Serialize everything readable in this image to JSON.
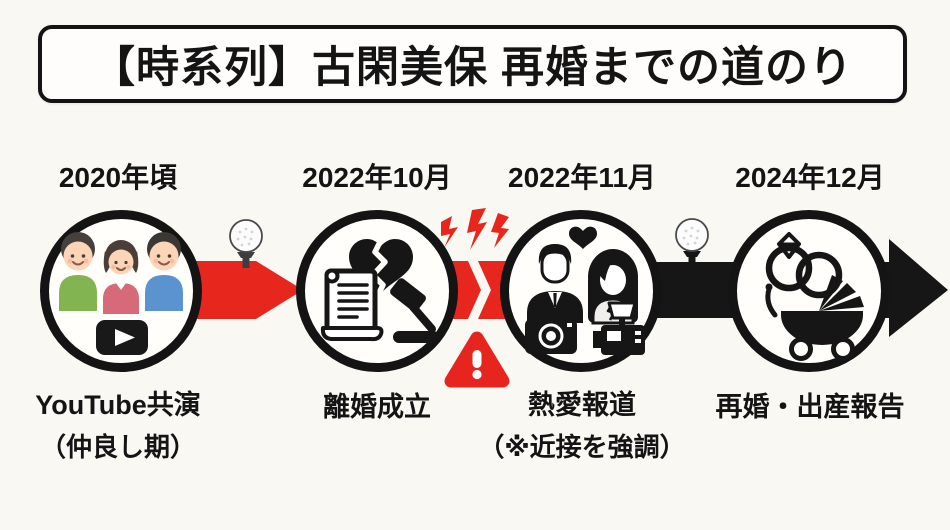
{
  "title": "【時系列】古閑美保 再婚までの道のり",
  "colors": {
    "accent_red": "#e7261d",
    "ink_black": "#141414",
    "background": "#faf8f3",
    "skin": "#fcd5b7",
    "shirt_green": "#82b552",
    "shirt_pink": "#d66a78",
    "shirt_blue": "#5b93d0"
  },
  "timeline": {
    "events": [
      {
        "date": "2020年頃",
        "icon": "youtube-trio-icon",
        "label_line1": "YouTube共演",
        "label_line2": "（仲良し期）"
      },
      {
        "date": "2022年10月",
        "icon": "divorce-broken-heart-gavel-icon",
        "label_line1": "離婚成立",
        "label_line2": ""
      },
      {
        "date": "2022年11月",
        "icon": "paparazzi-couple-icon",
        "label_line1": "熱愛報道",
        "label_line2": "（※近接を強調）"
      },
      {
        "date": "2024年12月",
        "icon": "wedding-rings-pram-icon",
        "label_line1": "再婚・出産報告",
        "label_line2": ""
      }
    ],
    "connectors": [
      {
        "from": "2020年頃",
        "to": "2022年10月",
        "style": "red-arrow",
        "marker": "golf-ball-on-tee"
      },
      {
        "from": "2022年10月",
        "to": "2022年11月",
        "style": "red-broken-crack",
        "markers": [
          "lightning-sparks",
          "warning-triangle"
        ]
      },
      {
        "from": "2022年11月",
        "to": "2024年12月",
        "style": "black-bar",
        "marker": "golf-ball-on-tee"
      },
      {
        "from": "2024年12月",
        "to": "",
        "style": "black-arrow-right"
      }
    ]
  }
}
